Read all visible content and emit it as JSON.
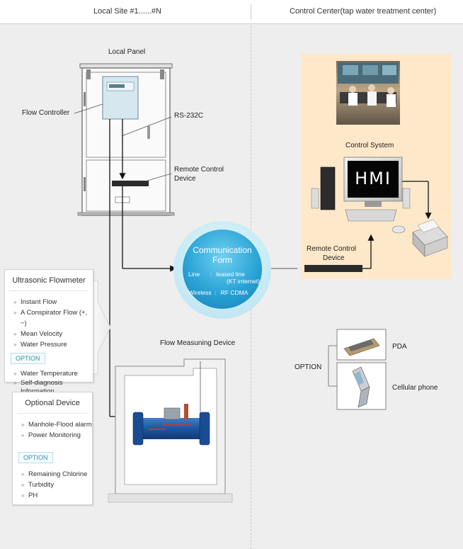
{
  "header": {
    "left_title": "Local Site #1......#N",
    "right_title": "Control Center(tap water treatment center)"
  },
  "local": {
    "panel_label": "Local Panel",
    "flow_controller_label": "Flow Controller",
    "rs232_label": "RS-232C",
    "remote_control_label_1": "Remote Control",
    "remote_control_label_2": "Device",
    "flow_measuring_label": "Flow Measuning Device"
  },
  "ultrasonic": {
    "title": "Ultrasonic Flowmeter",
    "items": [
      "Instant Flow",
      "A Conspirator Flow (+,−)",
      "Mean Velocity",
      "Water Pressure"
    ],
    "option_label": "OPTION",
    "option_items": [
      "Water Temperature",
      "Self-diagnosis Information"
    ]
  },
  "optional_device": {
    "title": "Optional Device",
    "items": [
      "Manhole-Flood alarm",
      "Power Monitoring"
    ],
    "option_label": "OPTION",
    "option_items": [
      "Remaining Chlorine",
      "Turbidity",
      "PH"
    ]
  },
  "communication": {
    "title_1": "Communication",
    "title_2": "Form",
    "line_label": "Line",
    "line_value_1": "leased line",
    "line_value_2": "(KT internet)",
    "wireless_label": "Wireless",
    "wireless_value": "RF CDMA"
  },
  "control_center": {
    "control_system_label": "Control System",
    "hmi_text": "HMI",
    "remote_control_label_1": "Remote Control",
    "remote_control_label_2": "Device",
    "option_label": "OPTION",
    "pda_label": "PDA",
    "phone_label": "Cellular phone"
  },
  "colors": {
    "control_bg": "#fde8c9",
    "comm_blue": "#2aa3d6",
    "pipe_blue": "#1f5fa8"
  }
}
